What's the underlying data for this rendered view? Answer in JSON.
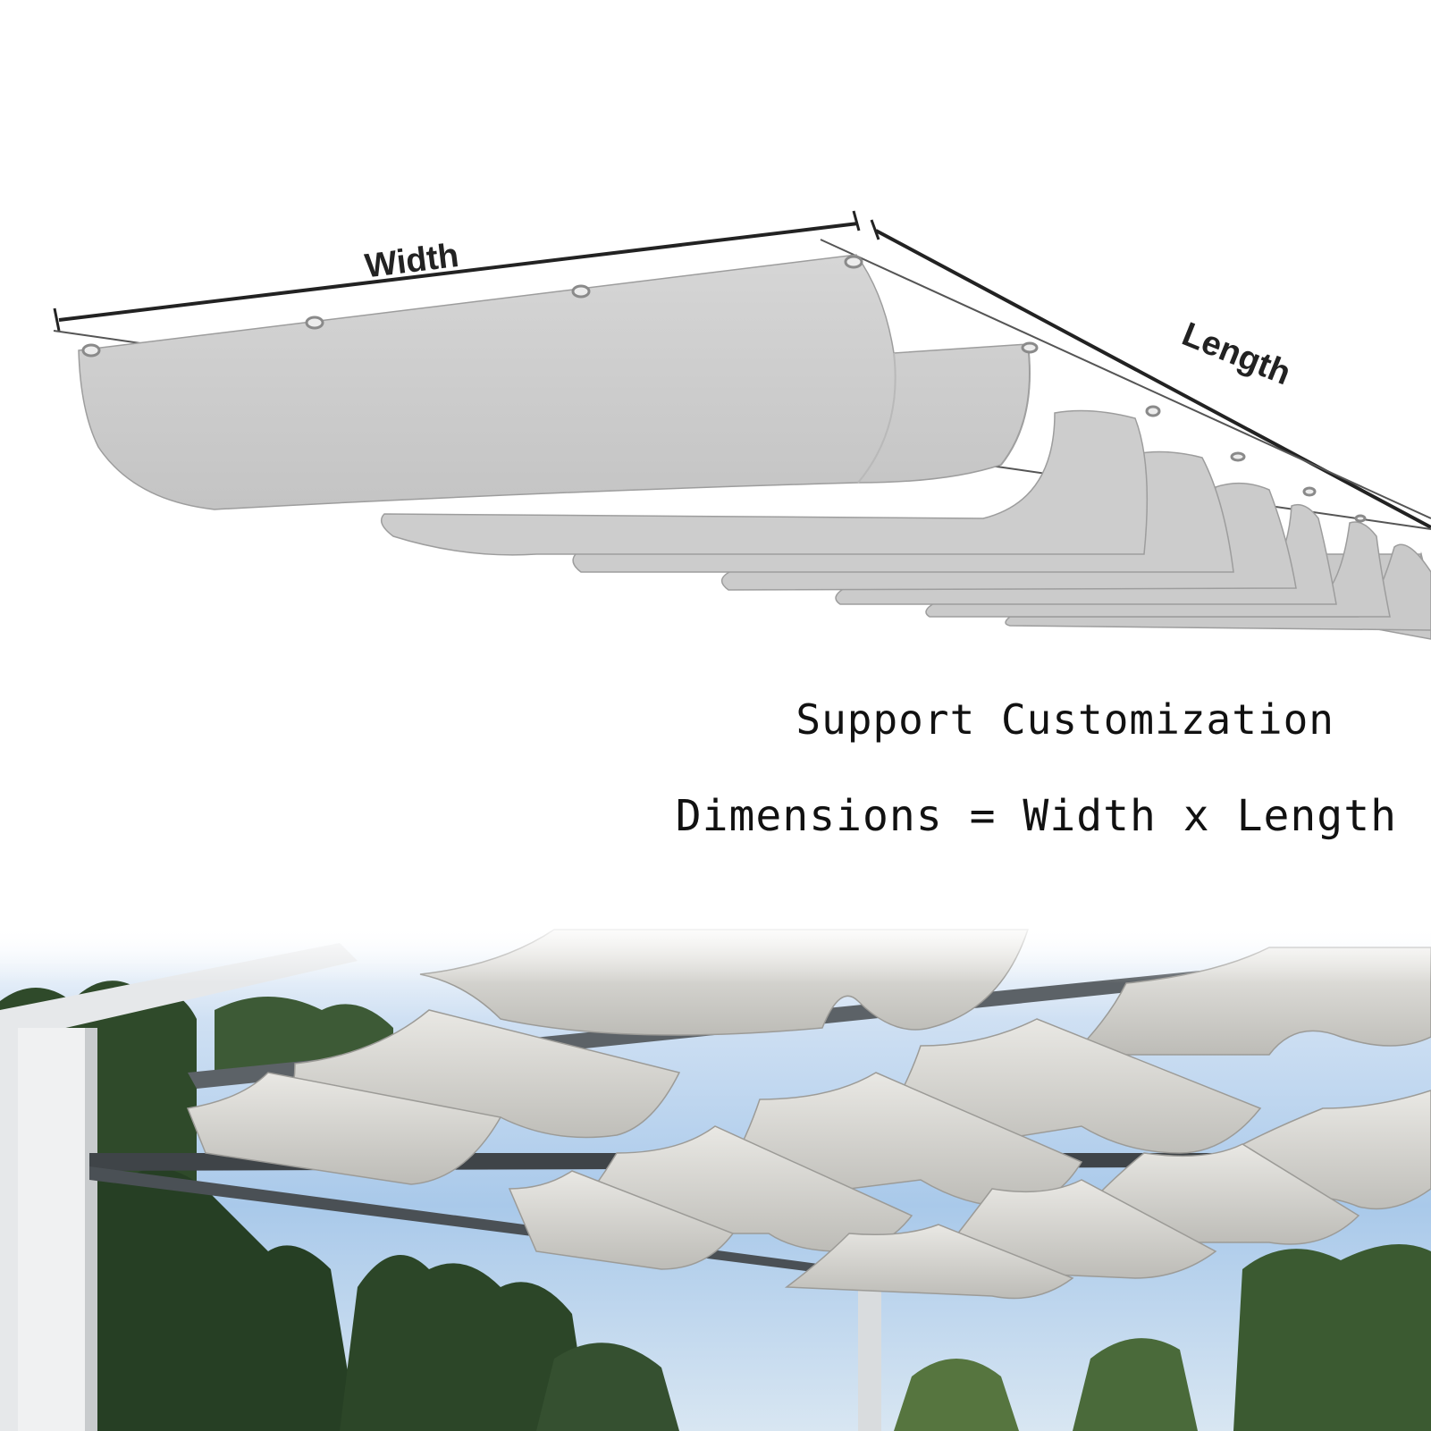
{
  "diagram": {
    "width_label": "Width",
    "length_label": "Length"
  },
  "captions": {
    "line1": "Support Customization",
    "line2": "Dimensions = Width x Length"
  },
  "colors": {
    "fabric": "#cdcdcd",
    "fabric_shadow": "#a9a9a9",
    "dimension_line": "#222222",
    "sky": "#9ec1e6",
    "frame": "#3f4448",
    "foliage": "#2f4a2a"
  }
}
